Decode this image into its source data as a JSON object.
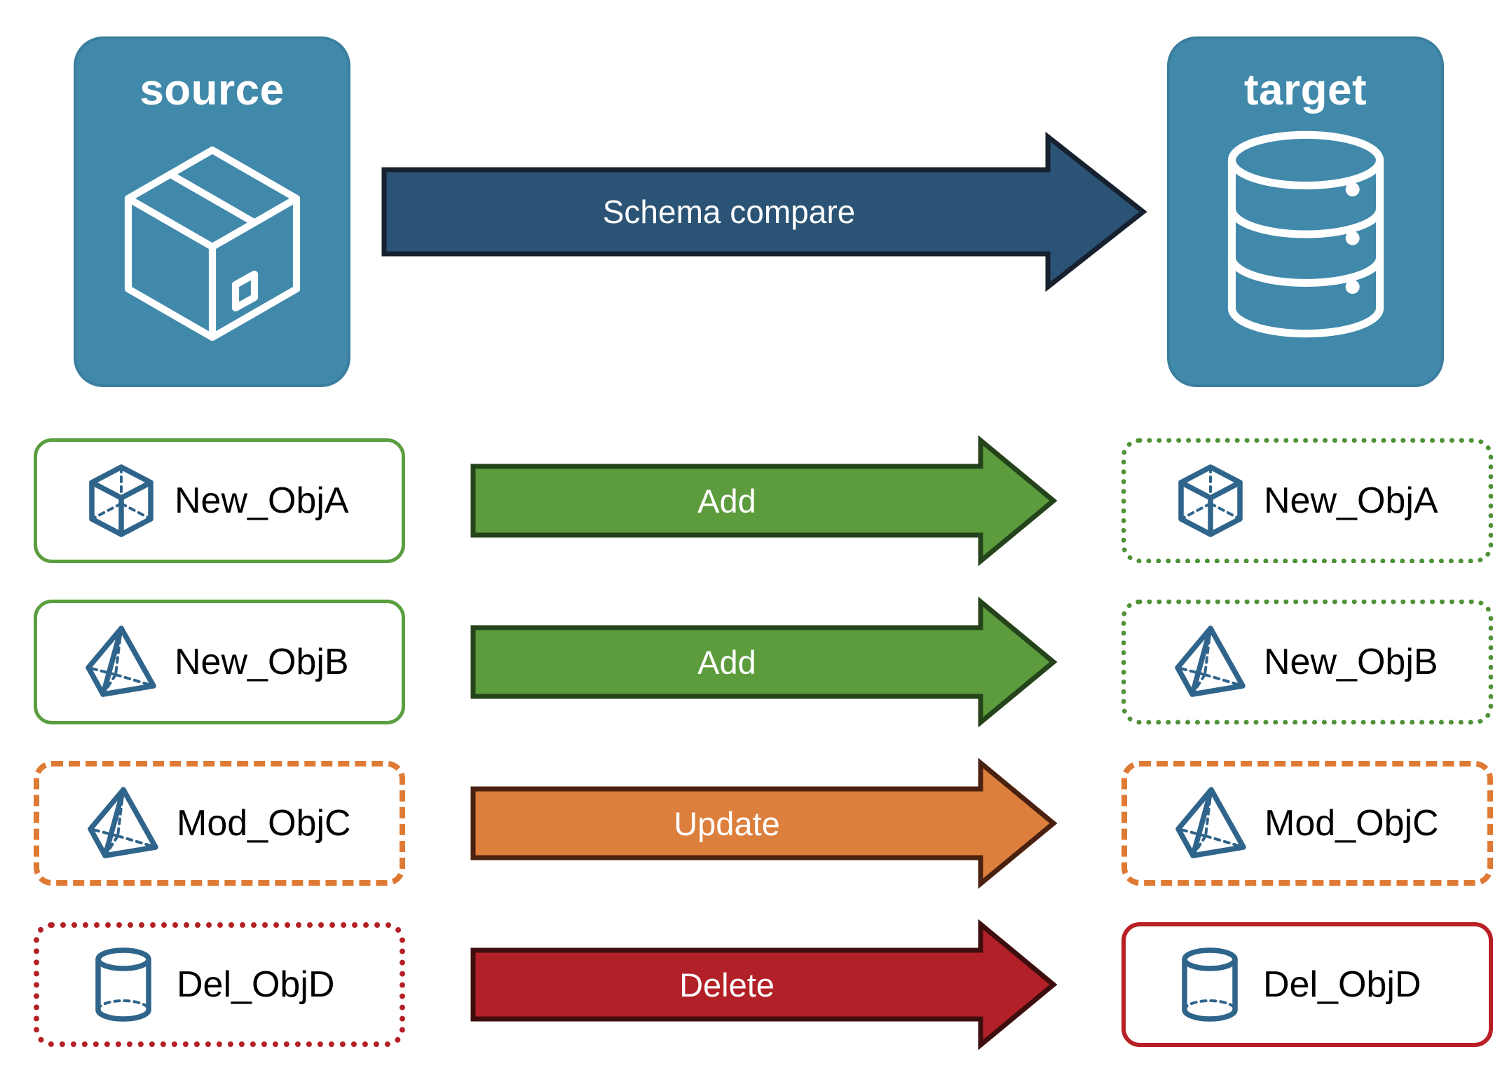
{
  "endpoints": {
    "source": {
      "title": "source",
      "icon": "package-box-icon"
    },
    "target": {
      "title": "target",
      "icon": "database-cylinder-icon"
    }
  },
  "main_arrow": {
    "label": "Schema compare",
    "fill": "#2a5375",
    "stroke": "#17202e"
  },
  "colors": {
    "endpoint_fill": "#4189ab",
    "endpoint_stroke": "#3b7e9e",
    "object_icon": "#2f648b",
    "add_fill": "#5d9c3d",
    "add_stroke": "#24431a",
    "update_fill": "#dd7f3c",
    "update_stroke": "#4a2110",
    "delete_fill": "#b22127",
    "delete_stroke": "#3e0d0e",
    "green_border": "#5a9e3f",
    "orange_border": "#df7a34",
    "red_border": "#b42025"
  },
  "rows": [
    {
      "source": {
        "label": "New_ObjA",
        "icon": "cube-wireframe-icon",
        "border": "b-solid-green"
      },
      "arrow": {
        "label": "Add",
        "fill": "#5d9c3d",
        "stroke": "#24431a"
      },
      "target": {
        "label": "New_ObjA",
        "icon": "cube-wireframe-icon",
        "border": "b-dotted-green"
      }
    },
    {
      "source": {
        "label": "New_ObjB",
        "icon": "pyramid-wireframe-icon",
        "border": "b-solid-green"
      },
      "arrow": {
        "label": "Add",
        "fill": "#5d9c3d",
        "stroke": "#24431a"
      },
      "target": {
        "label": "New_ObjB",
        "icon": "pyramid-wireframe-icon",
        "border": "b-dotted-green"
      }
    },
    {
      "source": {
        "label": "Mod_ObjC",
        "icon": "pyramid-wireframe-icon",
        "border": "b-dashed-orange"
      },
      "arrow": {
        "label": "Update",
        "fill": "#dd7f3c",
        "stroke": "#4a2110"
      },
      "target": {
        "label": "Mod_ObjC",
        "icon": "pyramid-wireframe-icon",
        "border": "b-dashed-orange"
      }
    },
    {
      "source": {
        "label": "Del_ObjD",
        "icon": "cylinder-wireframe-icon",
        "border": "b-dotted-red"
      },
      "arrow": {
        "label": "Delete",
        "fill": "#b22127",
        "stroke": "#3e0d0e"
      },
      "target": {
        "label": "Del_ObjD",
        "icon": "cylinder-wireframe-icon",
        "border": "b-solid-red"
      }
    }
  ]
}
